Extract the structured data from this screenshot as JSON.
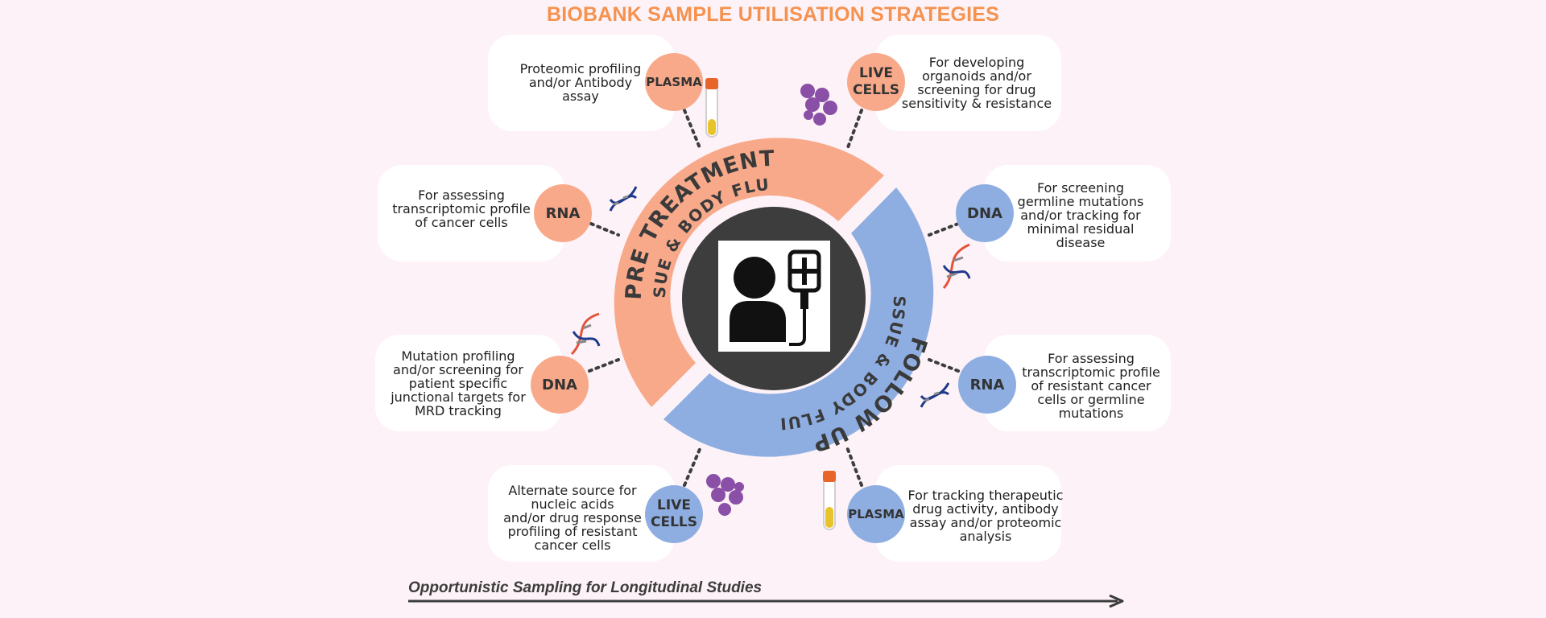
{
  "title": "BIOBANK SAMPLE UTILISATION STRATEGIES",
  "ring": {
    "pre_main": "PRE TREATMENT",
    "pre_sub": "TISSUE & BODY FLUIDS",
    "follow_main": "FOLLOW UP",
    "follow_sub": "TISSUE & BODY FLUIDS"
  },
  "nodes": {
    "pre_plasma": {
      "label": "PLASMA",
      "desc": [
        "Proteomic profiling",
        "and/or Antibody",
        "assay"
      ]
    },
    "pre_live": {
      "label": [
        "LIVE",
        "CELLS"
      ],
      "desc": [
        "For developing",
        "organoids and/or",
        "screening for drug",
        "sensitivity & resistance"
      ]
    },
    "pre_rna": {
      "label": "RNA",
      "desc": [
        "For assessing",
        "transcriptomic profile",
        "of cancer cells"
      ]
    },
    "pre_dna": {
      "label": "DNA",
      "desc": [
        "Mutation profiling",
        "and/or screening for",
        "patient specific",
        "junctional targets for",
        "MRD tracking"
      ]
    },
    "fu_dna": {
      "label": "DNA",
      "desc": [
        "For screening",
        "germline mutations",
        "and/or tracking for",
        "minimal residual",
        "disease"
      ]
    },
    "fu_rna": {
      "label": "RNA",
      "desc": [
        "For assessing",
        "transcriptomic profile",
        "of resistant cancer",
        "cells or germline",
        "mutations"
      ]
    },
    "fu_live": {
      "label": [
        "LIVE",
        "CELLS"
      ],
      "desc": [
        "Alternate source for",
        "nucleic acids",
        "and/or drug response",
        "profiling of resistant",
        "cancer cells"
      ]
    },
    "fu_plasma": {
      "label": "PLASMA",
      "desc": [
        "For tracking therapeutic",
        "drug activity, antibody",
        "assay and/or proteomic",
        "analysis"
      ]
    }
  },
  "footer": "Opportunistic Sampling  for Longitudinal Studies",
  "colors": {
    "title": "#f5924f",
    "pre": "#f8a98a",
    "follow": "#8eaee2",
    "center": "#3d3d3d",
    "background": "#fdf2f7"
  },
  "icons": {
    "center": "patient-iv-drip-icon",
    "tube": "blood-tube-icon",
    "cells": "cell-cluster-icon",
    "helix": "dna-helix-icon"
  }
}
